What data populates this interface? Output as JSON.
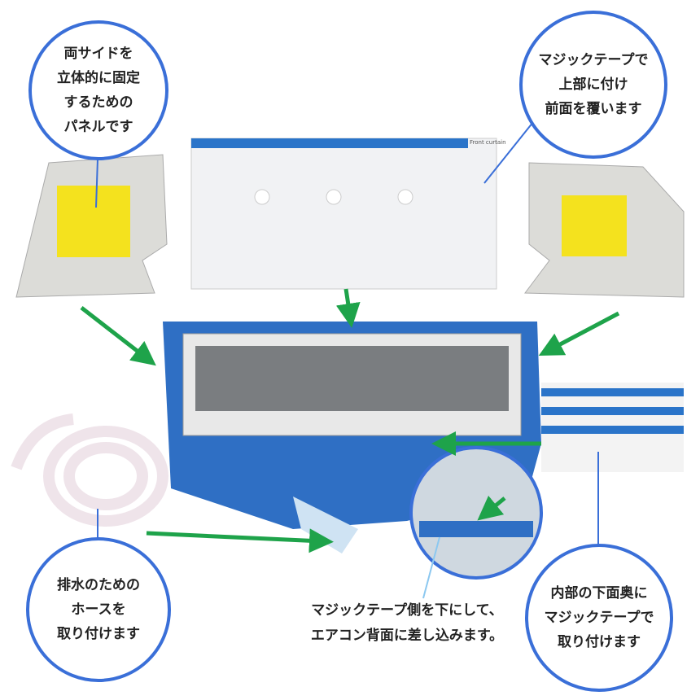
{
  "callouts": {
    "side_panels": [
      "両サイドを",
      "立体的に固定",
      "するための",
      "パネルです"
    ],
    "front_curtain": [
      "マジックテープで",
      "上部に付け",
      "前面を覆います"
    ],
    "hose": [
      "排水のための",
      "ホースを",
      "取り付けます"
    ],
    "inner_tape": [
      "内部の下面奥に",
      "マジックテープで",
      "取り付けます"
    ]
  },
  "caption": [
    "マジックテープ側を下にして、",
    "エアコン背面に差し込みます。"
  ],
  "front_curtain_tag": "Front curtain",
  "colors": {
    "accent": "#3a6fd8",
    "arrow": "#1ea34a",
    "cover": "#2f6fc4"
  }
}
